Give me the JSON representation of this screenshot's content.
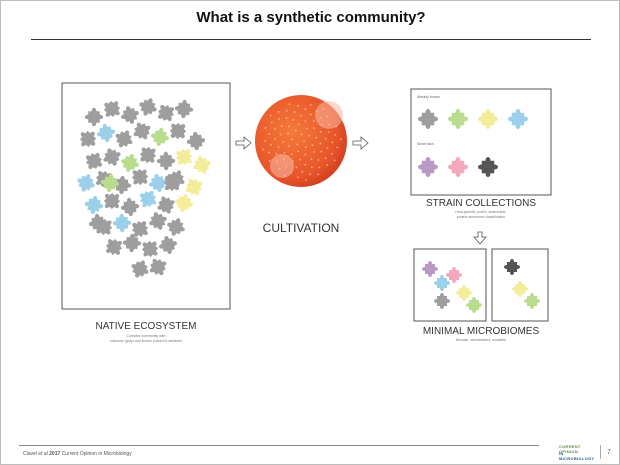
{
  "slide": {
    "title": "What is a synthetic community?",
    "page_number": "7",
    "citation": {
      "authors": "Clavel ",
      "et_al": "et al",
      "year": "2017",
      "journal": " Current Opinion in Microbiology"
    },
    "journal_logo": {
      "line1": "CURRENT OPINION",
      "line2": "IN MICROBIOLOGY"
    }
  },
  "figure": {
    "native_ecosystem": {
      "label": "NATIVE ECOSYSTEM",
      "sub1": "Complex community with",
      "sub2": "unknown (gray) and known (colored) members"
    },
    "cultivation": {
      "label": "CULTIVATION"
    },
    "strain_collections": {
      "label": "STRAIN COLLECTIONS",
      "sub1": "Host-specific, public, searchable,",
      "sub2": "protein taxonomic classification",
      "top_box_label": "Already known",
      "bottom_box_label": "Novel taxa"
    },
    "minimal_microbiomes": {
      "label": "MINIMAL MICROBIOMES",
      "sub": "Modular, standardized, available"
    },
    "colors": {
      "gray": "#9e9e9e",
      "blue": "#9ccfe9",
      "green": "#b9dd8e",
      "yellow": "#f3ec9b",
      "pink": "#f2a9bd",
      "purple": "#b99ac4",
      "dark": "#555555",
      "petri": "#e8552a"
    }
  }
}
